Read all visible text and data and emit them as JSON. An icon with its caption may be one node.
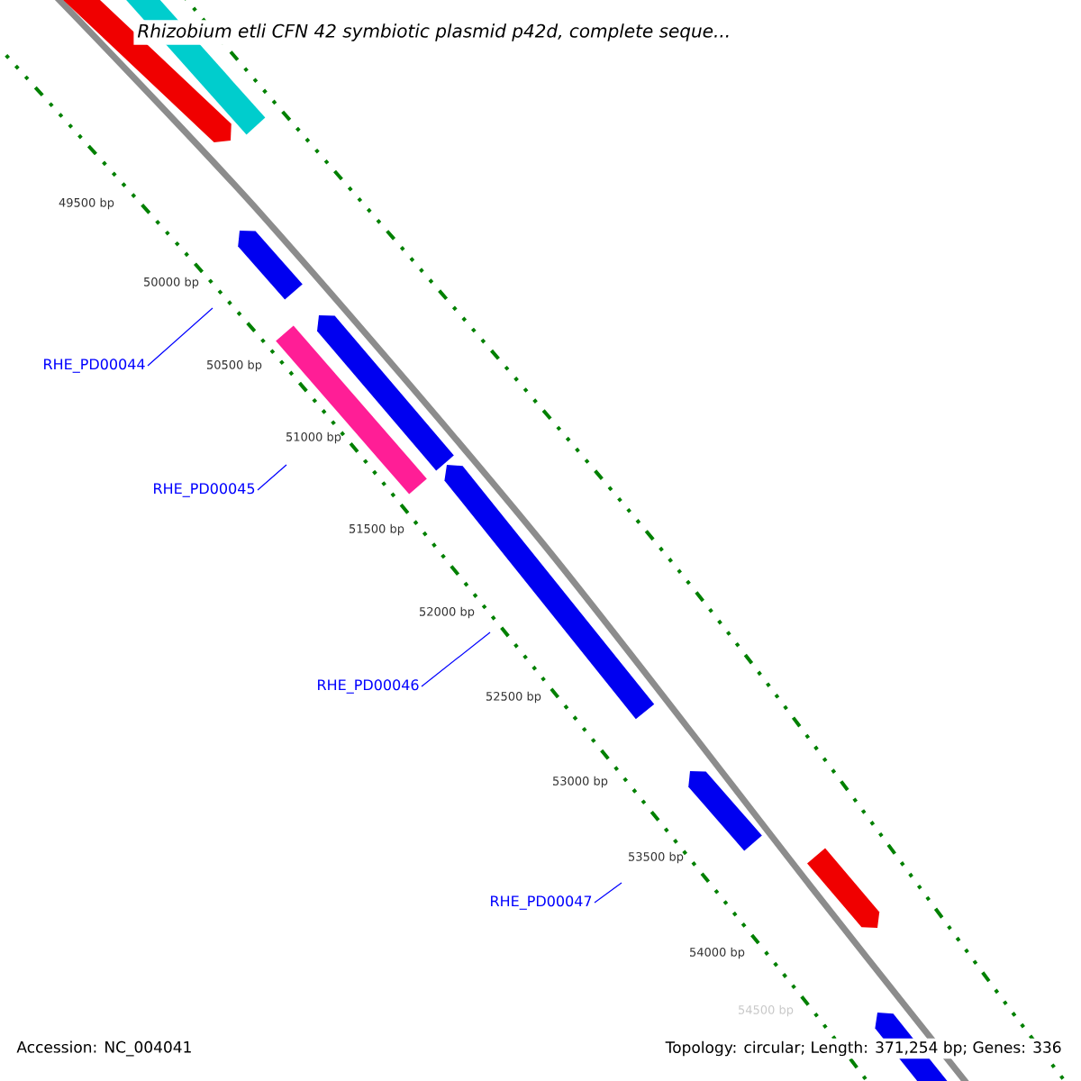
{
  "diagram": {
    "title": "Rhizobium etli CFN 42 symbiotic plasmid p42d, complete seque...",
    "nodes": [
      {
        "text": [
          "RHE_PD00044"
        ]
      },
      {
        "text": [
          "RHE_PD00045"
        ]
      },
      {
        "text": [
          "RHE_PD00046"
        ]
      },
      {
        "text": [
          "RHE_PD00047"
        ]
      }
    ],
    "edges": [
      {
        "from": 0,
        "to": null,
        "arrow": "none"
      },
      {
        "from": 1,
        "to": null,
        "arrow": "none"
      },
      {
        "from": 2,
        "to": null,
        "arrow": "none"
      },
      {
        "from": 3,
        "to": null,
        "arrow": "none"
      }
    ],
    "labels": [
      "49500 bp",
      "50000 bp",
      "50500 bp",
      "51000 bp",
      "51500 bp",
      "52000 bp",
      "52500 bp",
      "53000 bp",
      "53500 bp",
      "54000 bp",
      "54500 bp",
      "Accession: NC_004041",
      "Topology: circular; Length: 371,254 bp; Genes: 336"
    ]
  }
}
